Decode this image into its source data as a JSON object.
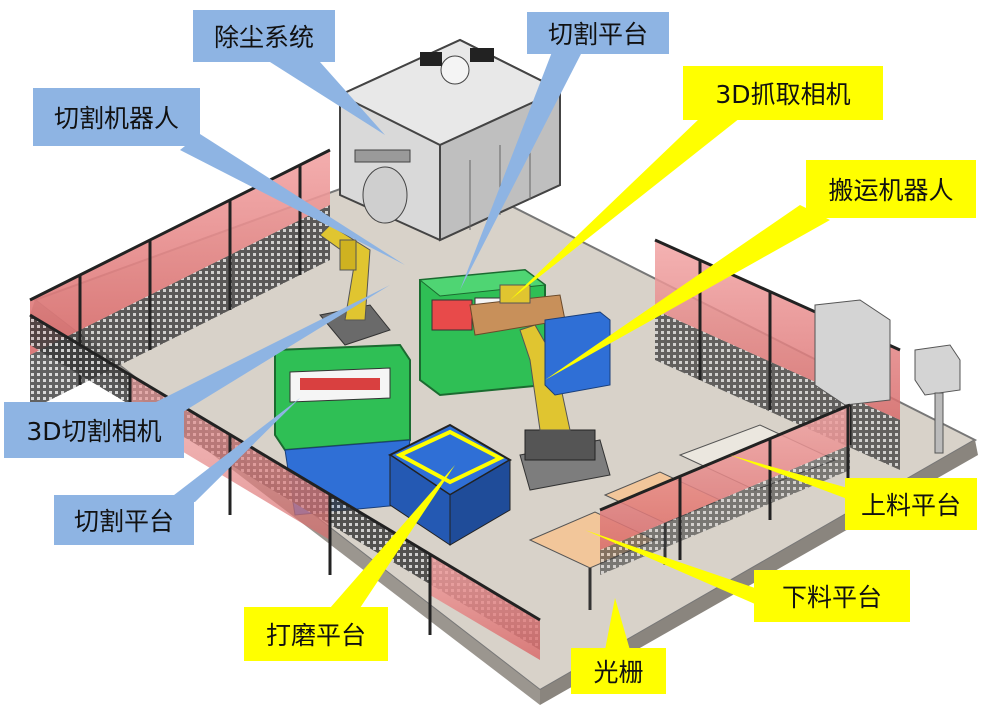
{
  "labels": {
    "dust_system": "除尘系统",
    "cutting_robot": "切割机器人",
    "cutting_platform_top": "切割平台",
    "camera_3d_grab": "3D抓取相机",
    "handling_robot": "搬运机器人",
    "camera_3d_cutting": "3D切割相机",
    "cutting_platform_left": "切割平台",
    "grinding_platform": "打磨平台",
    "loading_platform": "上料平台",
    "unloading_platform": "下料平台",
    "light_curtain": "光栅"
  },
  "colors": {
    "blue_callout": "#8eb4e3",
    "yellow_callout": "#ffff00",
    "floor": "#d8d2c9",
    "fence_red": "#e89090",
    "machine_green": "#2fbf55",
    "robot_yellow": "#e0c530",
    "cabinet_gray": "#d4d4d4"
  }
}
